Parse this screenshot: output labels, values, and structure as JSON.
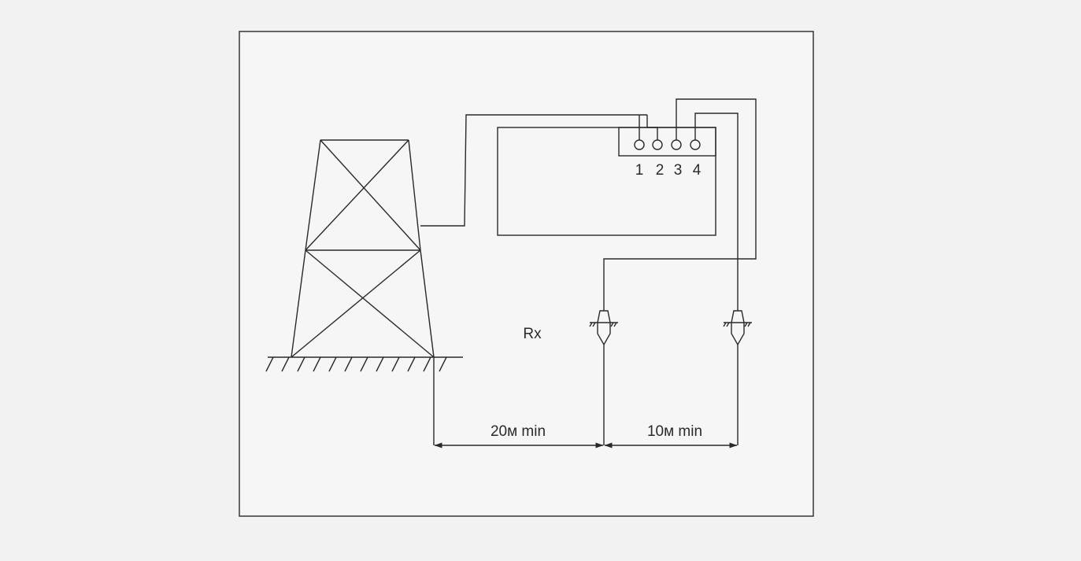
{
  "diagram": {
    "terminals": [
      "1",
      "2",
      "3",
      "4"
    ],
    "rx_label": "Rx",
    "distance_1": "20м min",
    "distance_2": "10м min"
  }
}
